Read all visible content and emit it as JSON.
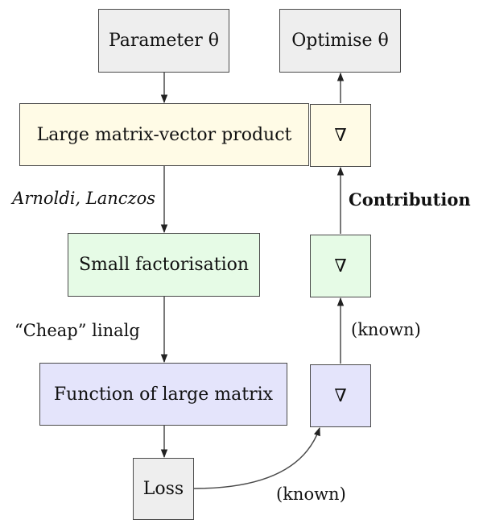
{
  "colors": {
    "gray": "#eeeeee",
    "yellow": "#fffbe6",
    "green": "#e6fbe6",
    "blue": "#e4e4fb",
    "edge": "#4a4a4a"
  },
  "nodes": {
    "param": "Parameter θ",
    "optimise": "Optimise θ",
    "large_mv": "Large matrix-vector product",
    "small_fact": "Small factorisation",
    "func_large": "Function of large matrix",
    "loss": "Loss",
    "grad_top": "∇",
    "grad_mid": "∇",
    "grad_bot": "∇"
  },
  "edge_labels": {
    "arnoldi": "Arnoldi, Lanczos",
    "cheap": "“Cheap” linalg",
    "contribution": "Contribution",
    "known_upper": "(known)",
    "known_lower": "(known)"
  }
}
